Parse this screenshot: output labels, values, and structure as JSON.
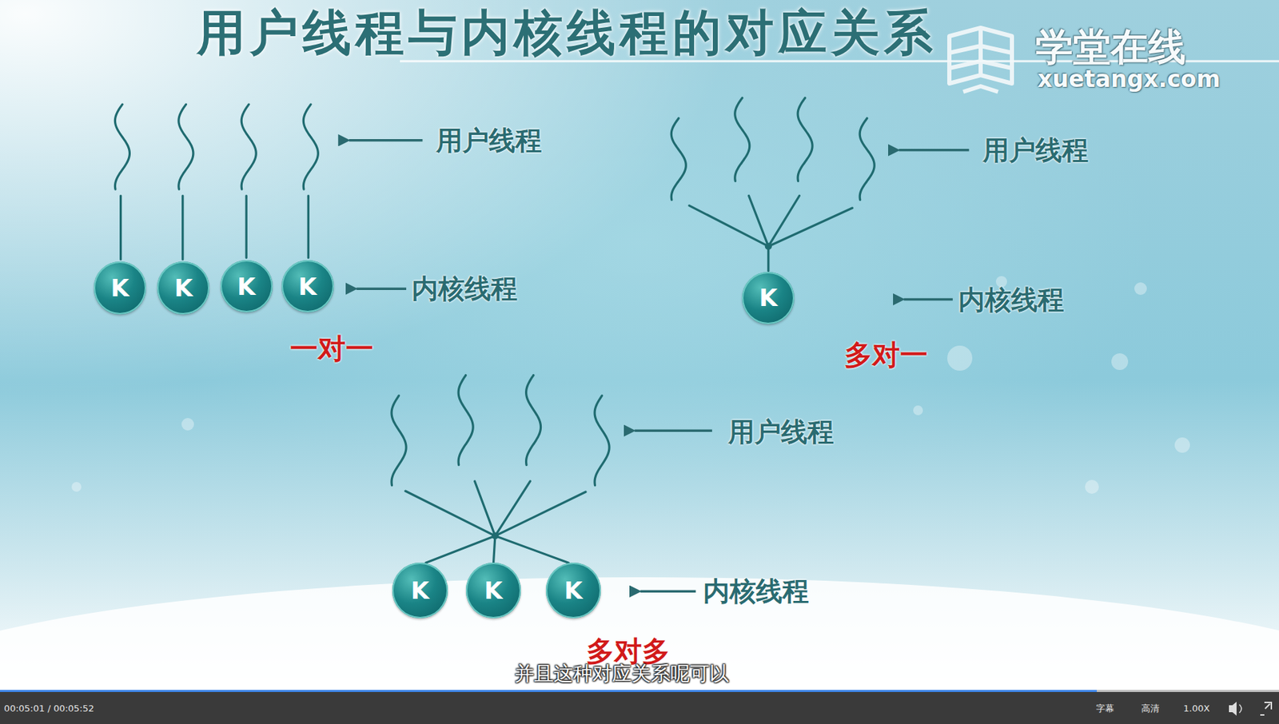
{
  "diagram": {
    "title": "用户线程与内核线程的对应关系",
    "nodes": [
      {
        "text": [
          "K"
        ]
      },
      {
        "text": [
          "K"
        ]
      },
      {
        "text": [
          "K"
        ]
      },
      {
        "text": [
          "K"
        ]
      },
      {
        "text": [
          "K"
        ]
      },
      {
        "text": [
          "K"
        ]
      },
      {
        "text": [
          "K"
        ]
      },
      {
        "text": [
          "K"
        ]
      }
    ],
    "labels": [
      "学堂在线",
      "xuetangx.com",
      "用户线程",
      "内核线程",
      "一对一",
      "用户线程",
      "内核线程",
      "多对一",
      "用户线程",
      "内核线程",
      "多对多",
      "并且这种对应关系呢可以",
      "00:05:01 / 00:05:52",
      "字幕",
      "高清",
      "1.00X"
    ]
  }
}
